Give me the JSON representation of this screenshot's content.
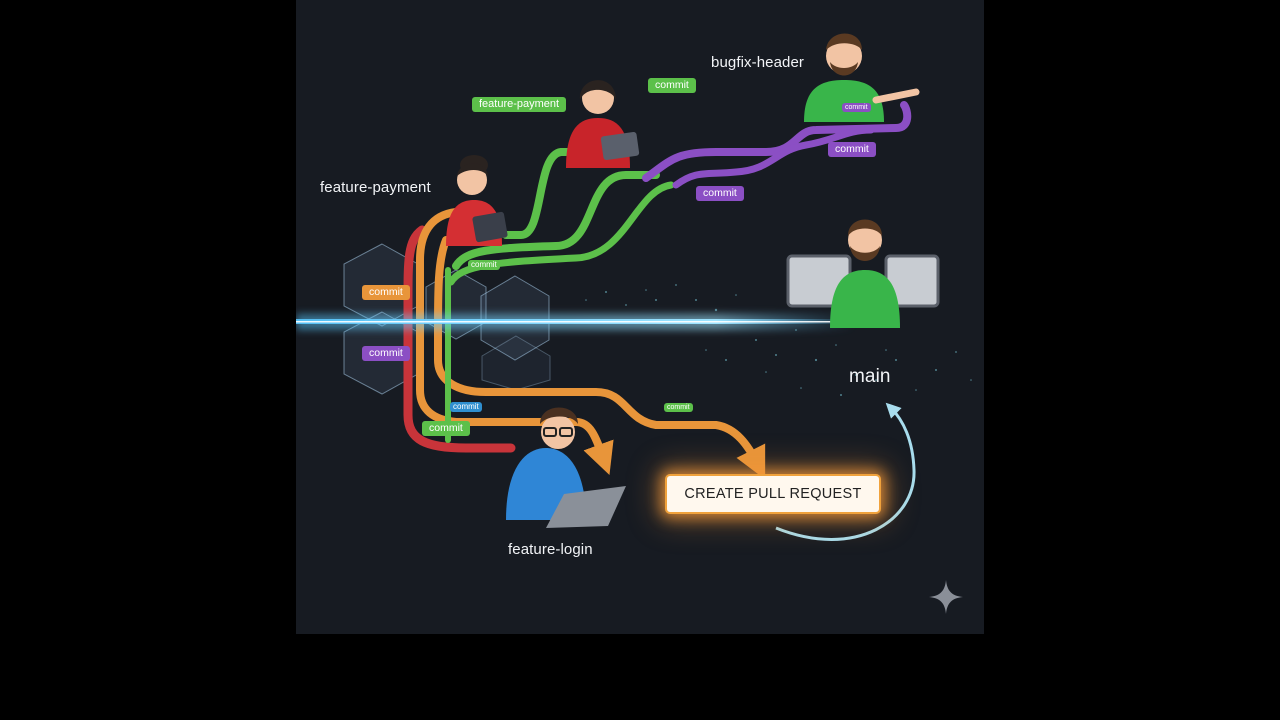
{
  "labels": {
    "feature_payment_top": "feature-payment",
    "feature_payment_left": "feature-payment",
    "bugfix_header": "bugfix-header",
    "main": "main",
    "feature_login": "feature-login"
  },
  "pull_request_button": "CREATE PULL REQUEST",
  "tags": {
    "green_top": "commit",
    "purple_right_1": "commit",
    "purple_right_2": "commit",
    "purple_right_3": "commit",
    "hex_orange": "commit",
    "hex_purple": "commit",
    "green_mid": "commit",
    "green_lower": "commit",
    "blue_lower": "commit",
    "green_hub": "commit"
  },
  "branch_colors": {
    "feature_payment": "#5cc04a",
    "bugfix_header": "#8b4fc4",
    "orange_branch": "#e8953a",
    "red_branch": "#c8343a",
    "main_beam": "#58c8ff",
    "commit_blue": "#2f8fd0"
  },
  "icons": [
    "developer-avatar",
    "laptop-icon",
    "tablet-icon",
    "monitor-icon",
    "sparkle-icon",
    "arrow-icon"
  ]
}
